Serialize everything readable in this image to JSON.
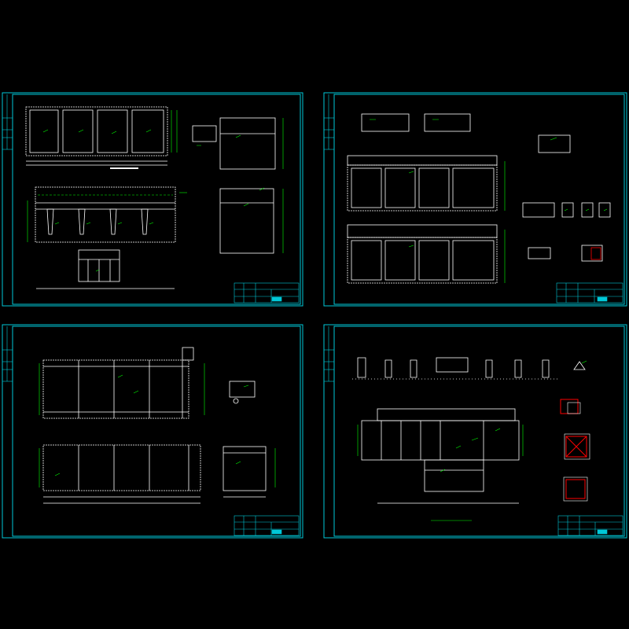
{
  "sheets": [
    {
      "id": "sheet-1"
    },
    {
      "id": "sheet-2"
    },
    {
      "id": "sheet-3"
    },
    {
      "id": "sheet-4"
    }
  ],
  "colors": {
    "background": "#000000",
    "frame": "#00c8d8",
    "linework": "#ffffff",
    "dimension": "#00ff00",
    "rebar": "#ff0000",
    "titleblock": "#00c8d8"
  }
}
